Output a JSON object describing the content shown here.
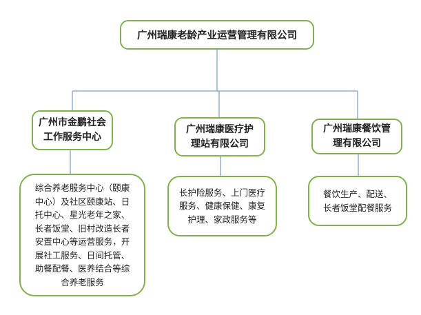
{
  "root": {
    "name": "广州瑞康老龄产业运营管理有限公司"
  },
  "orgs": [
    {
      "name_lines": [
        "广州市金鹏社会",
        "工作服务中心"
      ],
      "desc_lines": [
        "综合养老服务中心（颐康",
        "中心）及社区颐康站、日",
        "托中心、星光老年之家、",
        "长者饭堂、旧村改造长者",
        "安置中心等运营服务，开",
        "展社工服务、日间托管、",
        "助餐配餐、医养结合等综",
        "合养老服务"
      ]
    },
    {
      "name_lines": [
        "广州瑞康医疗护",
        "理站有限公司"
      ],
      "desc_lines": [
        "长护险服务、上门医疗",
        "服务、健康保健、康复",
        "护理、家政服务等"
      ]
    },
    {
      "name_lines": [
        "广州瑞康餐饮管",
        "理有限公司"
      ],
      "desc_lines": [
        "餐饮生产、配送、",
        "长者饭堂配餐服务"
      ]
    }
  ],
  "colors": {
    "box_border": "#7fb24a",
    "connector": "#8fb0cf"
  }
}
